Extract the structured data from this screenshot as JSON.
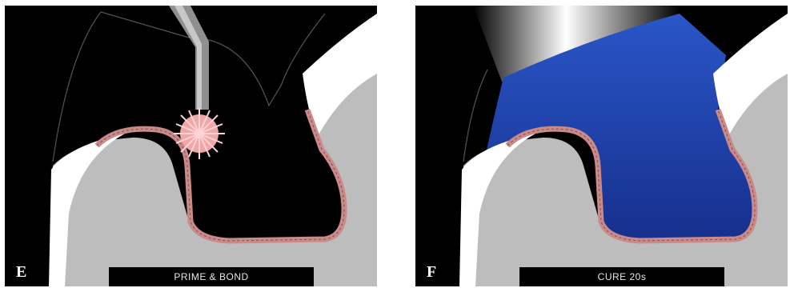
{
  "panels": [
    {
      "letter": "E",
      "caption": "PRIME & BOND"
    },
    {
      "letter": "F",
      "caption": "CURE 20s"
    }
  ],
  "colors": {
    "background": "#000000",
    "tooth_gray": "#bdbdbd",
    "enamel_white": "#ffffff",
    "bond_layer": "#c98a8a",
    "brush_tip": "#f2a6a8",
    "composite_blue": "#1e3fa8"
  }
}
